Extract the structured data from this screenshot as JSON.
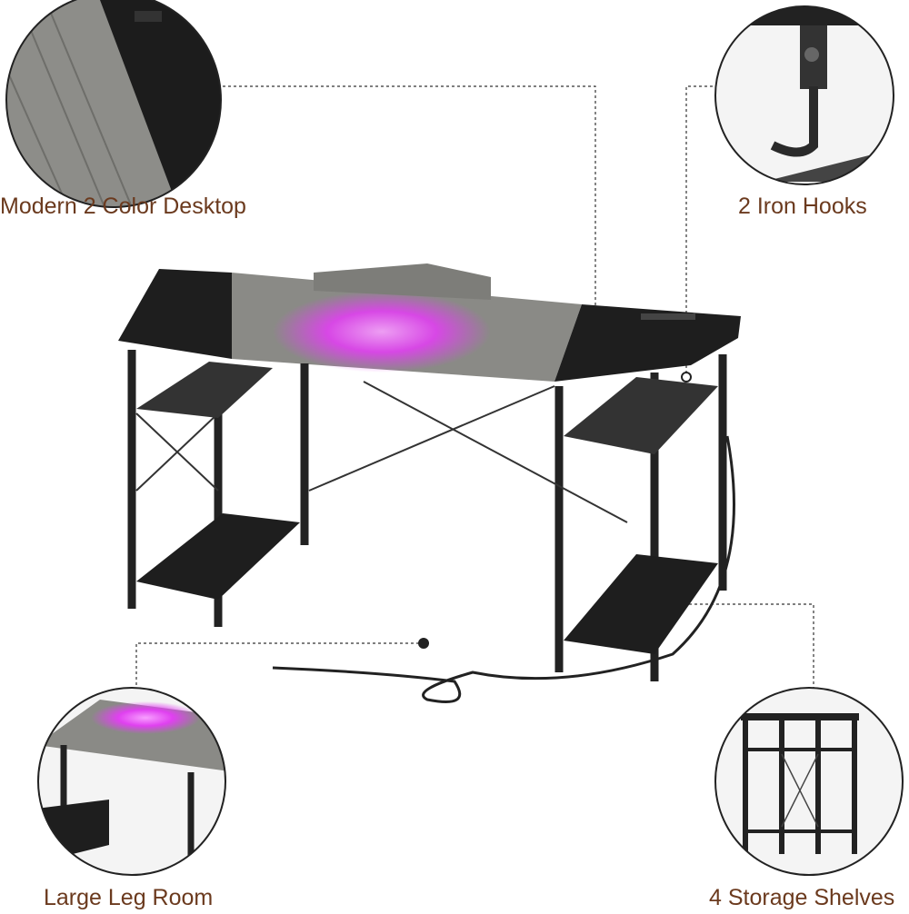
{
  "features": [
    {
      "label": "Modern 2 Color Desktop",
      "icon": "wood-desktop-closeup"
    },
    {
      "label": "2 Iron Hooks",
      "icon": "iron-hook-closeup"
    },
    {
      "label": "Large Leg Room",
      "icon": "leg-room-closeup"
    },
    {
      "label": "4 Storage Shelves",
      "icon": "storage-shelves-closeup"
    }
  ],
  "colors": {
    "label_text": "#6b3a1e",
    "led_glow": "#e040f0",
    "desk_black": "#1e1e1e",
    "wood_gray": "#8a8a86"
  }
}
